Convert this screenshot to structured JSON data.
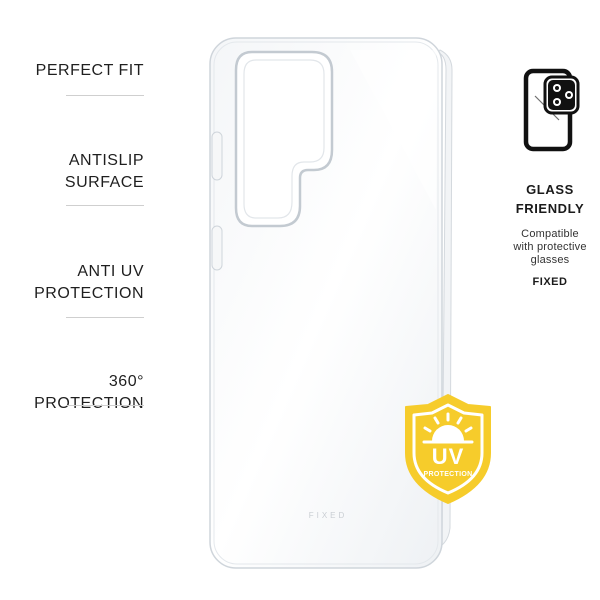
{
  "features": [
    {
      "lines": [
        "PERFECT FIT"
      ]
    },
    {
      "lines": [
        "ANTISLIP",
        "SURFACE"
      ]
    },
    {
      "lines": [
        "ANTI UV",
        "PROTECTION"
      ]
    },
    {
      "lines": [
        "360° PROTECTION"
      ]
    }
  ],
  "phone_case": {
    "brand_mark": "FIXED"
  },
  "glass_friendly": {
    "title_lines": [
      "GLASS",
      "FRIENDLY"
    ],
    "description_lines": [
      "Compatible",
      "with protective",
      "glasses"
    ],
    "brand": "FIXED",
    "icon": "tempered-glass-phone-icon"
  },
  "uv_badge": {
    "main": "UV",
    "sub": "PROTECTION",
    "icon": "sun-shield-icon",
    "color": "#F6CC2B"
  }
}
